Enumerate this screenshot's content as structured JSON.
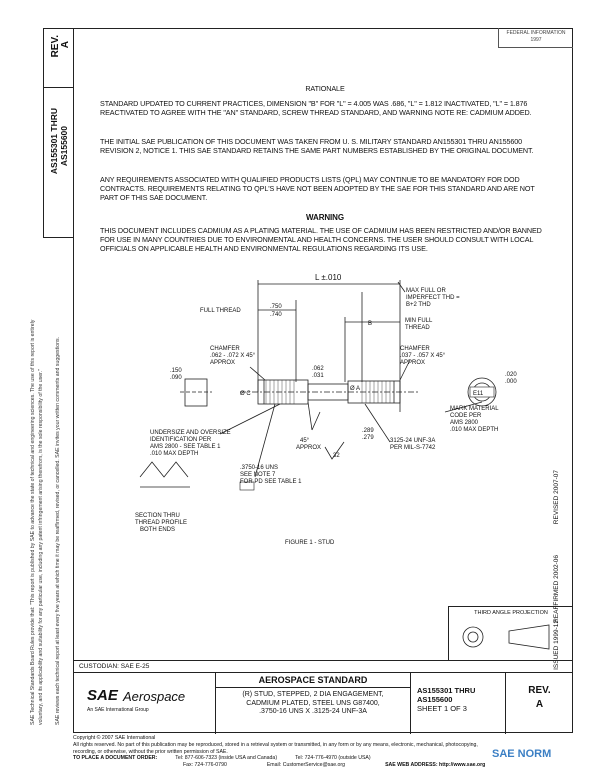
{
  "stamp": {
    "line1": "FEDERAL INFORMATION",
    "line2": "1997"
  },
  "left_strip": {
    "rev_label": "REV.",
    "rev_value": "A",
    "doc_number_1": "AS155301 THRU",
    "doc_number_2": "AS155600",
    "side_note_1": "SAE Technical Standards Board Rules provide that: \"This report is published by SAE to advance the state of technical and engineering sciences. The use of this report is entirely",
    "side_note_2": "voluntary, and its applicability and suitability for any particular use, including any patent infringement arising therefrom, is the sole responsibility of the user.\"",
    "side_note_3": "SAE reviews each technical report at least every five years at which time it may be reaffirmed, revised, or cancelled. SAE invites your written comments and suggestions."
  },
  "right_strip": {
    "revised": "REVISED 2007-07",
    "reaffirmed": "REAFFIRMED 2002-06",
    "issued": "ISSUED 1999-12"
  },
  "rationale": {
    "heading": "RATIONALE",
    "p1": "STANDARD UPDATED TO CURRENT PRACTICES, DIMENSION \"B\" FOR \"L\" = 4.005 WAS .686, \"L\" = 1.812 INACTIVATED, \"L\" = 1.876 REACTIVATED TO AGREE WITH THE \"AN\" STANDARD, SCREW THREAD STANDARD, AND WARNING NOTE RE: CADMIUM ADDED.",
    "p2": "THE INITIAL SAE PUBLICATION OF THIS DOCUMENT WAS TAKEN FROM U. S. MILITARY STANDARD AN155301 THRU AN155600 REVISION 2, NOTICE 1. THIS SAE STANDARD RETAINS THE SAME PART NUMBERS ESTABLISHED BY THE ORIGINAL DOCUMENT.",
    "p3": "ANY REQUIREMENTS ASSOCIATED WITH QUALIFIED PRODUCTS LISTS (QPL) MAY CONTINUE TO BE MANDATORY FOR DOD CONTRACTS. REQUIREMENTS RELATING TO QPL'S HAVE NOT BEEN ADOPTED BY THE SAE FOR THIS STANDARD AND ARE NOT PART OF THIS SAE DOCUMENT."
  },
  "warning": {
    "heading": "WARNING",
    "text": "THIS DOCUMENT INCLUDES CADMIUM AS A PLATING MATERIAL. THE USE OF CADMIUM HAS BEEN RESTRICTED AND/OR BANNED FOR USE IN MANY COUNTRIES DUE TO ENVIRONMENTAL AND HEALTH CONCERNS. THE USER SHOULD CONSULT WITH LOCAL OFFICIALS ON APPLICABLE HEALTH AND ENVIRONMENTAL REGULATIONS REGARDING ITS USE."
  },
  "drawing": {
    "l_dim": "L ±.010",
    "full_thread": "FULL THREAD",
    "d750": ".750",
    "d740": ".740",
    "max_full_1": "MAX FULL OR",
    "max_full_2": "IMPERFECT THD =",
    "max_full_3": "B+2 THD",
    "b": "B",
    "min_full_1": "MIN FULL",
    "min_full_2": "THREAD",
    "chamfer_l_1": "CHAMFER",
    "chamfer_l_2": ".062 - .072 X 45°",
    "chamfer_l_3": "APPROX",
    "chamfer_r_1": "CHAMFER",
    "chamfer_r_2": ".037 - .057 X 45°",
    "chamfer_r_3": "APPROX",
    "d150": ".150",
    "d090": ".090",
    "d062": ".062",
    "d031": ".031",
    "d020": ".020",
    "d000": ".000",
    "dia_a": "Ø C",
    "dia_b": "Ø A",
    "e11": "E11",
    "undersize_1": "UNDERSIZE AND OVERSIZE",
    "undersize_2": "IDENTIFICATION PER",
    "undersize_3": "AMS 2800 - SEE TABLE 1",
    "undersize_4": ".010 MAX DEPTH",
    "angle": "45°",
    "approx": "APPROX",
    "d289": ".289",
    "d279": ".279",
    "thread_r_1": "3125-24 UNF-3A",
    "thread_r_2": "PER MIL-S-7742",
    "mark_1": "MARK MATERIAL",
    "mark_2": "CODE PER",
    "mark_3": "AMS 2800",
    "mark_4": ".010 MAX DEPTH",
    "thread_l_1": ".3750-16 UNS",
    "thread_l_2": "SEE NOTE 7",
    "thread_l_3": "FOR PD SEE TABLE 1",
    "section_1": "SECTION THRU",
    "section_2": "THREAD PROFILE",
    "section_3": "BOTH ENDS",
    "figure": "FIGURE 1 - STUD",
    "roughness": "32"
  },
  "projection": {
    "label": "THIRD ANGLE PROJECTION"
  },
  "title_block": {
    "custodian": "CUSTODIAN: SAE E-25",
    "logo_main": "SAE",
    "logo_sub": "Aerospace",
    "logo_tag": "An SAE International Group",
    "heading": "AEROSPACE STANDARD",
    "desc_1": "(R) STUD, STEPPED, 2 DIA ENGAGEMENT,",
    "desc_2": "CADMIUM PLATED, STEEL UNS G87400,",
    "desc_3": ".3750-16 UNS X .3125-24 UNF-3A",
    "num_1": "AS155301 THRU",
    "num_2": "AS155600",
    "sheet": "SHEET 1 OF 3",
    "rev_label": "REV.",
    "rev_value": "A"
  },
  "footer": {
    "copyright": "Copyright © 2007 SAE International",
    "rights": "All rights reserved. No part of this publication may be reproduced, stored in a retrieval system or transmitted, in any form or by any means, electronic, mechanical, photocopying,",
    "rights2": "recording, or otherwise, without the prior written permission of SAE.",
    "order": "TO PLACE A DOCUMENT ORDER:",
    "tel1": "Tel: 877-606-7323 (inside USA and Canada)",
    "tel2": "Tel: 724-776-4970 (outside USA)",
    "fax": "Fax: 724-776-0790",
    "email": "Email: CustomerService@sae.org",
    "web": "SAE WEB ADDRESS: http://www.sae.org",
    "watermark": "SAE NORM"
  }
}
